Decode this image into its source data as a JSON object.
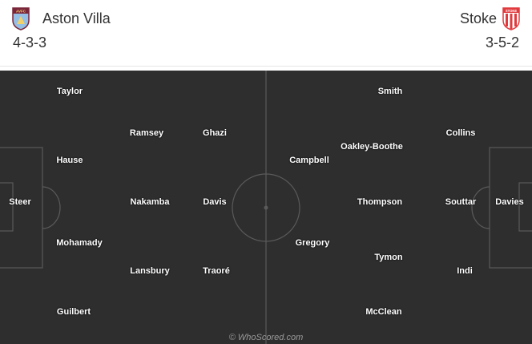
{
  "home": {
    "name": "Aston Villa",
    "formation": "4-3-3",
    "crest_icon": "aston-villa-crest-icon",
    "crest_text": "AVFC",
    "players": [
      {
        "name": "Taylor"
      },
      {
        "name": "Ramsey"
      },
      {
        "name": "Ghazi"
      },
      {
        "name": "Hause"
      },
      {
        "name": "Steer"
      },
      {
        "name": "Nakamba"
      },
      {
        "name": "Davis"
      },
      {
        "name": "Mohamady"
      },
      {
        "name": "Lansbury"
      },
      {
        "name": "Traoré"
      },
      {
        "name": "Guilbert"
      }
    ]
  },
  "away": {
    "name": "Stoke",
    "formation": "3-5-2",
    "crest_icon": "stoke-crest-icon",
    "crest_text": "STOKE",
    "players": [
      {
        "name": "Smith"
      },
      {
        "name": "Collins"
      },
      {
        "name": "Oakley-Boothe"
      },
      {
        "name": "Campbell"
      },
      {
        "name": "Thompson"
      },
      {
        "name": "Souttar"
      },
      {
        "name": "Davies"
      },
      {
        "name": "Gregory"
      },
      {
        "name": "Tymon"
      },
      {
        "name": "Indi"
      },
      {
        "name": "McClean"
      }
    ]
  },
  "watermark": "© WhoScored.com",
  "colors": {
    "pitch": "#2e2e2e",
    "lines": "#5a5a5a",
    "text": "#ffffff",
    "villa_claret": "#7a263a",
    "villa_blue": "#95bfe5",
    "stoke_red": "#e03a3e"
  }
}
